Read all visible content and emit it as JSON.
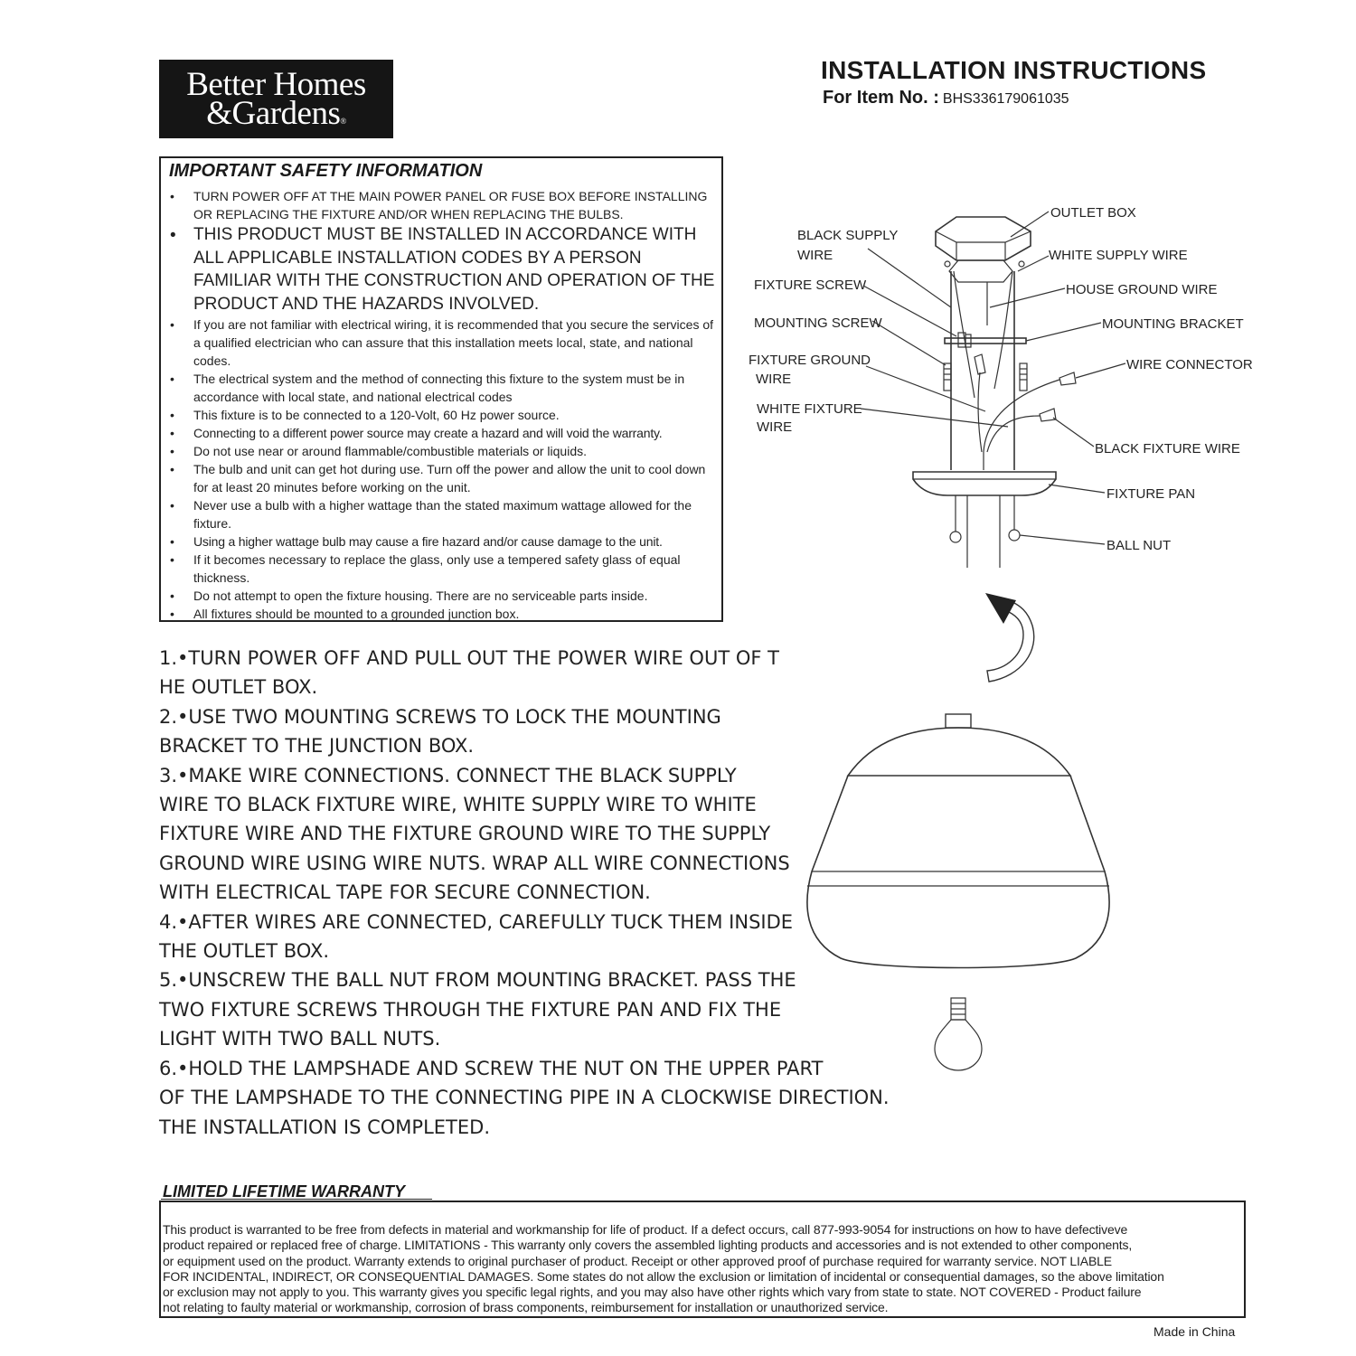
{
  "brand": {
    "line1": "Better Homes",
    "line2": "&Gardens",
    "registered": "®"
  },
  "header": {
    "title": "INSTALLATION INSTRUCTIONS",
    "item_label": "For Item No. :",
    "item_number": "BHS336179061035"
  },
  "safety": {
    "title": "IMPORTANT SAFETY INFORMATION",
    "items": [
      "TURN POWER OFF AT THE MAIN POWER PANEL OR FUSE BOX BEFORE INSTALLING OR REPLACING THE FIXTURE AND/OR WHEN REPLACING THE BULBS.",
      "THIS PRODUCT MUST BE INSTALLED IN ACCORDANCE WITH ALL APPLICABLE INSTALLATION CODES BY A PERSON FAMILIAR WITH THE CONSTRUCTION AND OPERATION OF THE PRODUCT AND THE HAZARDS INVOLVED.",
      "If you are not familiar with electrical wiring, it is recommended that you secure the services of a qualified electrician who can assure that this installation meets local, state, and national codes.",
      "The electrical system and the method of connecting this fixture to the system must be in accordance with local state, and national electrical codes",
      "This fixture is to be connected to a 120-Volt, 60 Hz power source.",
      "Connecting to a different power source may create a hazard and will void the warranty.",
      "Do not use near or around flammable/combustible materials or liquids.",
      "The bulb and unit can get hot during use. Turn off the power and allow the unit to cool down for at least 20 minutes before working on the unit.",
      "Never use a bulb with a higher wattage than the stated maximum wattage allowed for the fixture.",
      "Using a higher wattage bulb may cause a fire hazard and/or cause damage to the unit.",
      "If it becomes necessary to replace the glass, only use a tempered safety glass of equal thickness.",
      "Do not attempt to open the fixture housing. There are no serviceable parts inside.",
      "All fixtures should be mounted to a grounded junction box."
    ]
  },
  "steps": [
    "1.•TURN POWER OFF AND PULL OUT THE POWER WIRE OUT OF T",
    "HE OUTLET BOX.",
    "2.•USE TWO MOUNTING SCREWS TO LOCK THE MOUNTING",
    "BRACKET TO THE JUNCTION BOX.",
    "3.•MAKE WIRE CONNECTIONS. CONNECT THE BLACK SUPPLY",
    "WIRE TO BLACK FIXTURE WIRE, WHITE SUPPLY WIRE TO WHITE",
    "FIXTURE WIRE AND THE FIXTURE GROUND WIRE TO THE SUPPLY",
    "GROUND WIRE USING WIRE NUTS. WRAP ALL WIRE CONNECTIONS",
    "WITH ELECTRICAL TAPE FOR SECURE CONNECTION.",
    "4.•AFTER WIRES ARE CONNECTED, CAREFULLY TUCK THEM INSIDE",
    "THE OUTLET BOX.",
    "5.•UNSCREW THE BALL NUT FROM MOUNTING BRACKET. PASS THE",
    "TWO FIXTURE SCREWS THROUGH THE FIXTURE PAN AND FIX THE",
    "LIGHT WITH TWO BALL NUTS.",
    "6.•HOLD THE LAMPSHADE AND SCREW THE NUT ON THE UPPER PART",
    "OF THE LAMPSHADE TO THE CONNECTING PIPE IN A CLOCKWISE DIRECTION.",
    "THE INSTALLATION IS COMPLETED."
  ],
  "diagram": {
    "outlet_box": "OUTLET BOX",
    "black_supply_wire": [
      "BLACK SUPPLY",
      "WIRE"
    ],
    "white_supply_wire": "WHITE SUPPLY WIRE",
    "fixture_screw": "FIXTURE SCREW",
    "house_ground_wire": "HOUSE GROUND WIRE",
    "mounting_screw": "MOUNTING SCREW",
    "mounting_bracket": "MOUNTING BRACKET",
    "fixture_ground_wire": [
      "FIXTURE GROUND",
      "WIRE"
    ],
    "wire_connector": "WIRE CONNECTOR",
    "white_fixture_wire": [
      "WHITE FIXTURE",
      "WIRE"
    ],
    "black_fixture_wire": "BLACK FIXTURE WIRE",
    "fixture_pan": "FIXTURE PAN",
    "ball_nut": "BALL NUT"
  },
  "warranty": {
    "title": "LIMITED LIFETIME WARRANTY",
    "lines": [
      "This product is warranted to be free from defects in material and workmanship for life of product. If a defect occurs, call 877-993-9054 for instructions on how to have defectiveve",
      "product repaired or replaced free of charge. LIMITATIONS - This warranty only covers the assembled lighting products and accessories and is not extended to other components,",
      "or equipment used on the product. Warranty extends to original purchaser of  product. Receipt or other approved proof of purchase required for warranty service. NOT LIABLE",
      "FOR INCIDENTAL, INDIRECT, OR CONSEQUENTIAL DAMAGES. Some states do not allow the exclusion or limitation of incidental or consequential damages, so the above limitation",
      "or exclusion may not apply to you. This warranty gives you specific legal rights, and you may also have other rights which vary from state to state. NOT COVERED - Product failure",
      "not relating to faulty material or workmanship, corrosion of brass components, reimbursement for installation or unauthorized service."
    ]
  },
  "footer": {
    "made_in": "Made in China"
  }
}
